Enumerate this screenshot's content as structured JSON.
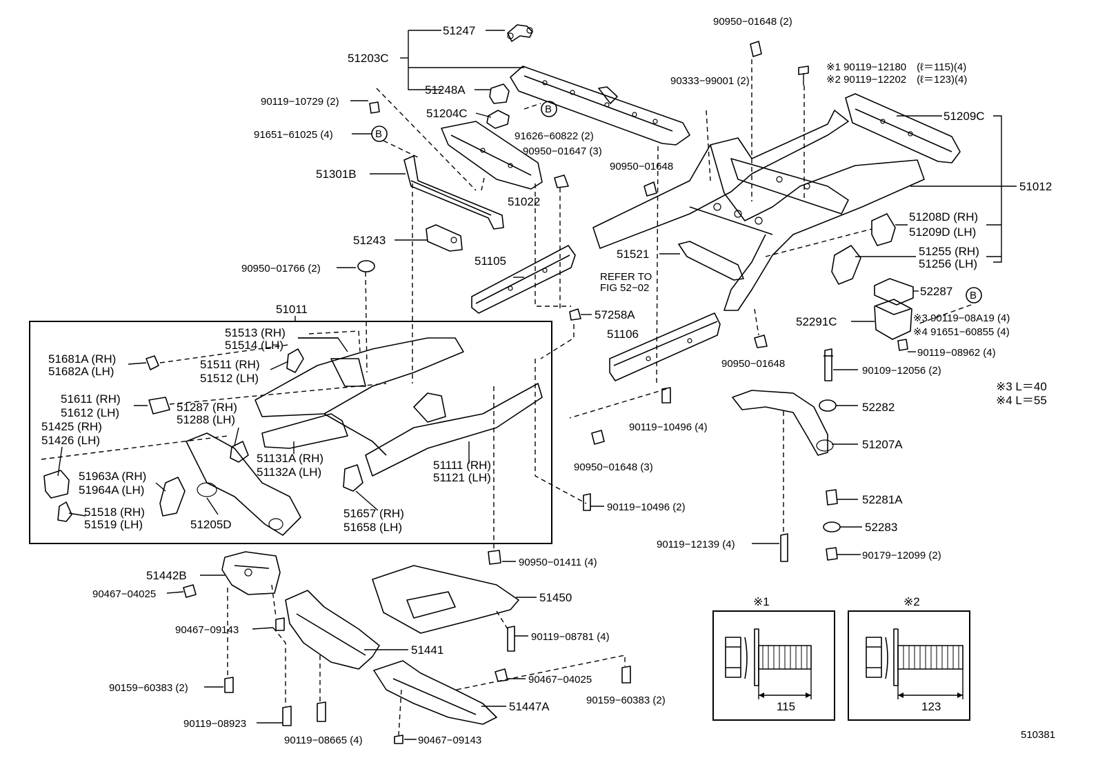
{
  "diagram_id": "510381",
  "labels": {
    "p51247": "51247",
    "p51203C": "51203C",
    "p51248A": "51248A",
    "p90950_01648_2": "90950−01648 (2)",
    "p90333": "90333−99001 (2)",
    "p90119_12180": "※1 90119−12180　(ℓ＝115)(4)",
    "p90119_12202": "※2 90119−12202　(ℓ＝123)(4)",
    "p90119_10729": "90119−10729 (2)",
    "p51204C": "51204C",
    "pB1": "B",
    "p91626": "91626−60822 (2)",
    "p51209C": "51209C",
    "p91651_61025": "91651−61025 (4)",
    "pB2": "B",
    "p90950_01647": "90950−01647 (3)",
    "p90950_01648a": "90950−01648",
    "p51301B": "51301B",
    "p51012": "51012",
    "p51022": "51022",
    "p51208D": "51208D (RH)",
    "p51209D": "51209D (LH)",
    "p51243": "51243",
    "p51521": "51521",
    "p51255": "51255 (RH)",
    "p51256": "51256 (LH)",
    "p51105": "51105",
    "p90950_01766": "90950−01766 (2)",
    "prefer1": "REFER TO",
    "prefer2": "FIG 52−02",
    "p52287": "52287",
    "pB3": "B",
    "p51011": "51011",
    "p57258A": "57258A",
    "p52291C": "52291C",
    "p90119_08A19": "※3 90119−08A19 (4)",
    "p91651_60855": "※4 91651−60855 (4)",
    "p51106": "51106",
    "p51513": "51513 (RH)",
    "p51514": "51514 (LH)",
    "p90119_08962": "90119−08962 (4)",
    "p51681A": "51681A (RH)",
    "p51682A": "51682A (LH)",
    "p51511": "51511 (RH)",
    "p51512": "51512 (LH)",
    "p90950_01648b": "90950−01648",
    "p90109_12056": "90109−12056 (2)",
    "pL40": "※3 L＝40",
    "pL55": "※4 L＝55",
    "p51611": "51611 (RH)",
    "p51612": "51612 (LH)",
    "p51287": "51287 (RH)",
    "p51288": "51288 (LH)",
    "p52282": "52282",
    "p51425": "51425 (RH)",
    "p51426": "51426 (LH)",
    "p90119_10496_4": "90119−10496 (4)",
    "p51207A": "51207A",
    "p51131A": "51131A (RH)",
    "p51132A": "51132A (LH)",
    "p51111": "51111 (RH)",
    "p51121": "51121 (LH)",
    "p90950_01648_3": "90950−01648 (3)",
    "p51963A": "51963A (RH)",
    "p51964A": "51964A (LH)",
    "p51518": "51518 (RH)",
    "p51519": "51519 (LH)",
    "p51205D": "51205D",
    "p51657": "51657 (RH)",
    "p51658": "51658 (LH)",
    "p90119_10496_2": "90119−10496 (2)",
    "p52281A": "52281A",
    "p52283": "52283",
    "p90119_12139": "90119−12139 (4)",
    "p90179_12099": "90179−12099 (2)",
    "p90950_01411": "90950−01411 (4)",
    "p51442B": "51442B",
    "p90467_04025a": "90467−04025",
    "p51450": "51450",
    "p90467_09143a": "90467−09143",
    "p90119_08781": "90119−08781 (4)",
    "p51441": "51441",
    "p90467_04025b": "90467−04025",
    "p90159_60383a": "90159−60383 (2)",
    "p90159_60383b": "90159−60383 (2)",
    "p51447A": "51447A",
    "p90119_08923": "90119−08923",
    "p90119_08665": "90119−08665 (4)",
    "p90467_09143b": "90467−09143"
  },
  "detail_boxes": [
    {
      "mark": "※1",
      "dimension": "115"
    },
    {
      "mark": "※2",
      "dimension": "123"
    }
  ]
}
